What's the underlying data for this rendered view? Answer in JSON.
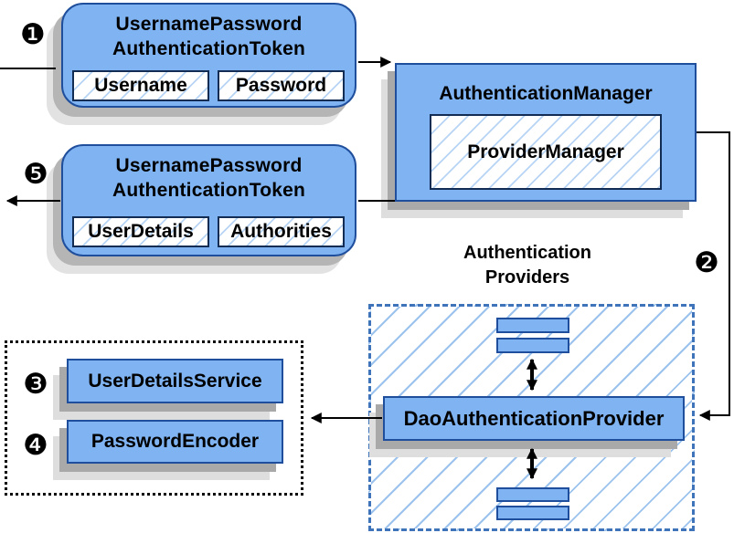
{
  "colors": {
    "box_fill": "#7fb3f2",
    "box_border": "#1f4e9c",
    "inner_box_border": "#122c54",
    "hatch_line": "#9cc3ee",
    "dashed_border": "#3f74bb",
    "shadow": "#a9a9a9",
    "shadow_light": "#dedede",
    "connector": "#000000",
    "text": "#000000"
  },
  "badges": {
    "step1": "❶",
    "step2": "❷",
    "step3": "❸",
    "step4": "❹",
    "step5": "❺"
  },
  "nodes": {
    "request_token": {
      "title_line1": "UsernamePassword",
      "title_line2": "AuthenticationToken",
      "field1": "Username",
      "field2": "Password"
    },
    "result_token": {
      "title_line1": "UsernamePassword",
      "title_line2": "AuthenticationToken",
      "field1": "UserDetails",
      "field2": "Authorities"
    },
    "auth_manager": {
      "title": "AuthenticationManager",
      "inner": "ProviderManager"
    },
    "providers_group": {
      "title_line1": "Authentication",
      "title_line2": "Providers"
    },
    "dao_provider": {
      "label": "DaoAuthenticationProvider"
    },
    "user_details_service": {
      "label": "UserDetailsService"
    },
    "password_encoder": {
      "label": "PasswordEncoder"
    }
  }
}
